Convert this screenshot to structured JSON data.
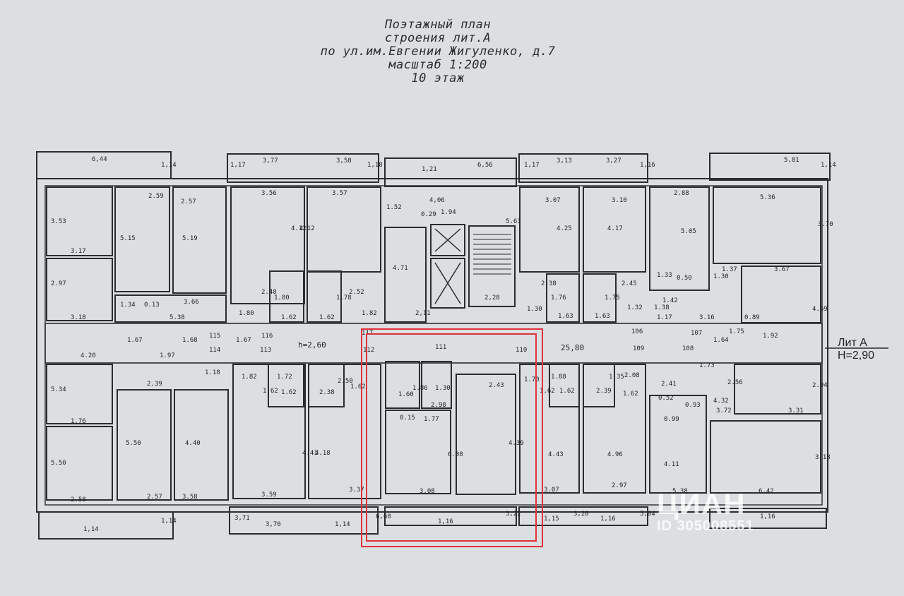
{
  "title": {
    "line1": "Поэтажный план",
    "line2": "строения лит.А",
    "line3": "по ул.им.Евгении Жигуленко, д.7",
    "line4": "масштаб 1:200",
    "line5": "10 этаж"
  },
  "lit": {
    "name": "Лит А",
    "height": "H=2,90"
  },
  "corridor_height": "h=2,60",
  "corridor_length": "25,80",
  "watermark": {
    "brand": "ЦИАН",
    "id": "ID 305008551"
  },
  "colors": {
    "highlight": "#e0323c",
    "lines": "#2a2d30",
    "paper": "#dcdfe1"
  },
  "labels": [
    "6,44",
    "1,14",
    "3,77",
    "1,17",
    "3,58",
    "1,18",
    "6,56",
    "1,21",
    "1,17",
    "3,13",
    "3,27",
    "1,16",
    "5,81",
    "1,14",
    "2.59",
    "2.57",
    "3.56",
    "3.57",
    "4,06",
    "3.07",
    "3.10",
    "2.88",
    "5.36",
    "3.53",
    "5.15",
    "5.19",
    "4.12",
    "4.12",
    "1.52",
    "0.29",
    "1.94",
    "5.61",
    "4.25",
    "4.17",
    "5.05",
    "3.70",
    "3.17",
    "2.97",
    "3.18",
    "1.34",
    "0.13",
    "3.66",
    "5.38",
    "2.48",
    "1.80",
    "1.78",
    "2.52",
    "4.71",
    "2.38",
    "1.76",
    "1.75",
    "2.45",
    "1.33",
    "0.50",
    "1.30",
    "1.37",
    "3.67",
    "4.69",
    "1.80",
    "1.62",
    "1.62",
    "1.82",
    "2,11",
    "2,28",
    "1.30",
    "1.63",
    "1.63",
    "1.32",
    "1.38",
    "1.17",
    "1.42",
    "3.16",
    "0.89",
    "115",
    "116",
    "117",
    "106",
    "107",
    "114",
    "113",
    "112",
    "111",
    "110",
    "109",
    "108",
    "4.20",
    "1.67",
    "1.97",
    "1.68",
    "1.67",
    "1.64",
    "1.75",
    "1.92",
    "1.18",
    "1.82",
    "1.72",
    "2.50",
    "1.86",
    "1.30",
    "1.70",
    "1.88",
    "1.35",
    "2.08",
    "2.41",
    "1.73",
    "2.56",
    "2.94",
    "5.34",
    "2.39",
    "1.62",
    "1.62",
    "2.38",
    "1.62",
    "1.60",
    "2.98",
    "2.43",
    "1.62",
    "1.62",
    "2.39",
    "1.62",
    "0.52",
    "0.93",
    "4.32",
    "3.31",
    "1.76",
    "0.15",
    "1.77",
    "0.99",
    "3.72",
    "5.50",
    "5.50",
    "4.40",
    "4.41",
    "4.18",
    "6.08",
    "4.39",
    "4.43",
    "4.96",
    "4.11",
    "3.18",
    "2.58",
    "2.57",
    "3.58",
    "3.59",
    "3.37",
    "3.08",
    "3.07",
    "2.97",
    "5.38",
    "6,42",
    "1,14",
    "1,14",
    "3,71",
    "3,70",
    "1,14",
    "6,68",
    "1,16",
    "3,22",
    "1,15",
    "3,20",
    "1,16",
    "5,84",
    "1,16"
  ]
}
